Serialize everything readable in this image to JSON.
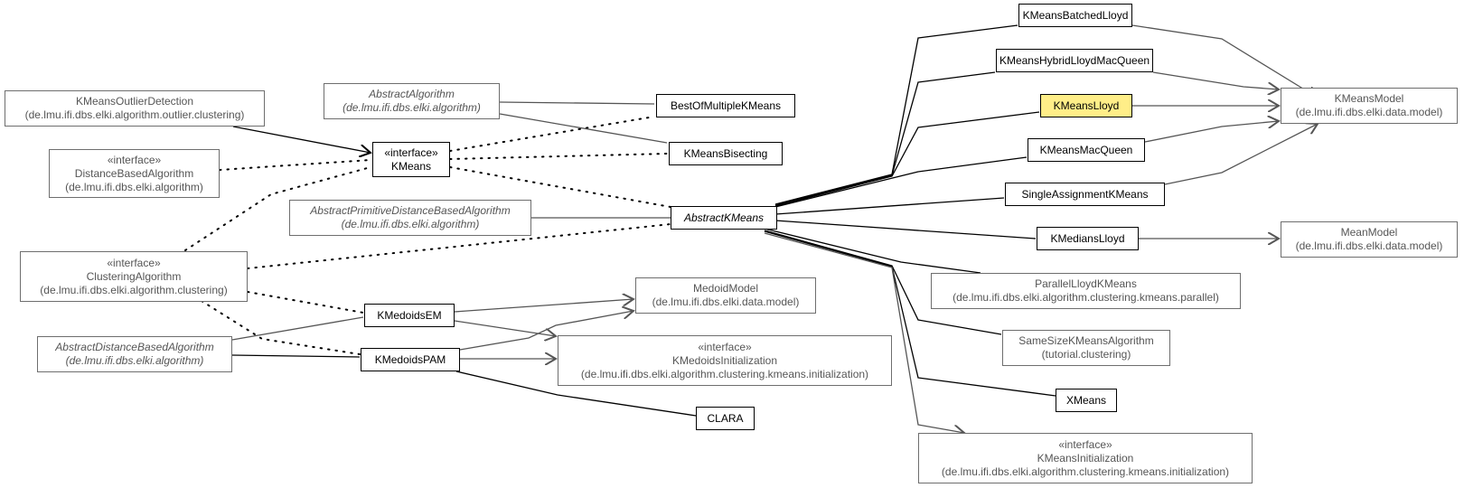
{
  "title": "KMeansLloyd class diagram",
  "colors": {
    "highlight": "#ffee88",
    "border_main": "#000000",
    "border_external": "#6e6e6e",
    "text_external": "#555555"
  },
  "nodes": {
    "kmeans_outlier": {
      "name": "KMeansOutlierDetection",
      "pkg": "(de.lmu.ifi.dbs.elki.algorithm.outlier.clustering)"
    },
    "distance_based": {
      "stereo": "«interface»",
      "name": "DistanceBasedAlgorithm",
      "pkg": "(de.lmu.ifi.dbs.elki.algorithm)"
    },
    "abstract_algorithm": {
      "name": "AbstractAlgorithm",
      "pkg": "(de.lmu.ifi.dbs.elki.algorithm)"
    },
    "kmeans": {
      "stereo": "«interface»",
      "name": "KMeans"
    },
    "best_of_multiple": {
      "name": "BestOfMultipleKMeans"
    },
    "bisecting": {
      "name": "KMeansBisecting"
    },
    "abstract_primitive": {
      "name": "AbstractPrimitiveDistanceBasedAlgorithm",
      "pkg": "(de.lmu.ifi.dbs.elki.algorithm)"
    },
    "abstract_kmeans": {
      "name": "AbstractKMeans"
    },
    "clustering_algorithm": {
      "stereo": "«interface»",
      "name": "ClusteringAlgorithm",
      "pkg": "(de.lmu.ifi.dbs.elki.algorithm.clustering)"
    },
    "abstract_distance": {
      "name": "AbstractDistanceBasedAlgorithm",
      "pkg": "(de.lmu.ifi.dbs.elki.algorithm)"
    },
    "kmedoids_em": {
      "name": "KMedoidsEM"
    },
    "kmedoids_pam": {
      "name": "KMedoidsPAM"
    },
    "medoid_model": {
      "name": "MedoidModel",
      "pkg": "(de.lmu.ifi.dbs.elki.data.model)"
    },
    "kmedoids_init": {
      "stereo": "«interface»",
      "name": "KMedoidsInitialization",
      "pkg": "(de.lmu.ifi.dbs.elki.algorithm.clustering.kmeans.initialization)"
    },
    "clara": {
      "name": "CLARA"
    },
    "batched_lloyd": {
      "name": "KMeansBatchedLloyd"
    },
    "hybrid": {
      "name": "KMeansHybridLloydMacQueen"
    },
    "lloyd": {
      "name": "KMeansLloyd"
    },
    "macqueen": {
      "name": "KMeansMacQueen"
    },
    "single_assign": {
      "name": "SingleAssignmentKMeans"
    },
    "kmedians": {
      "name": "KMediansLloyd"
    },
    "kmeans_model": {
      "name": "KMeansModel",
      "pkg": "(de.lmu.ifi.dbs.elki.data.model)"
    },
    "mean_model": {
      "name": "MeanModel",
      "pkg": "(de.lmu.ifi.dbs.elki.data.model)"
    },
    "parallel": {
      "name": "ParallelLloydKMeans",
      "pkg": "(de.lmu.ifi.dbs.elki.algorithm.clustering.kmeans.parallel)"
    },
    "samesize": {
      "name": "SameSizeKMeansAlgorithm",
      "pkg": "(tutorial.clustering)"
    },
    "xmeans": {
      "name": "XMeans"
    },
    "kmeans_init": {
      "stereo": "«interface»",
      "name": "KMeansInitialization",
      "pkg": "(de.lmu.ifi.dbs.elki.algorithm.clustering.kmeans.initialization)"
    }
  }
}
